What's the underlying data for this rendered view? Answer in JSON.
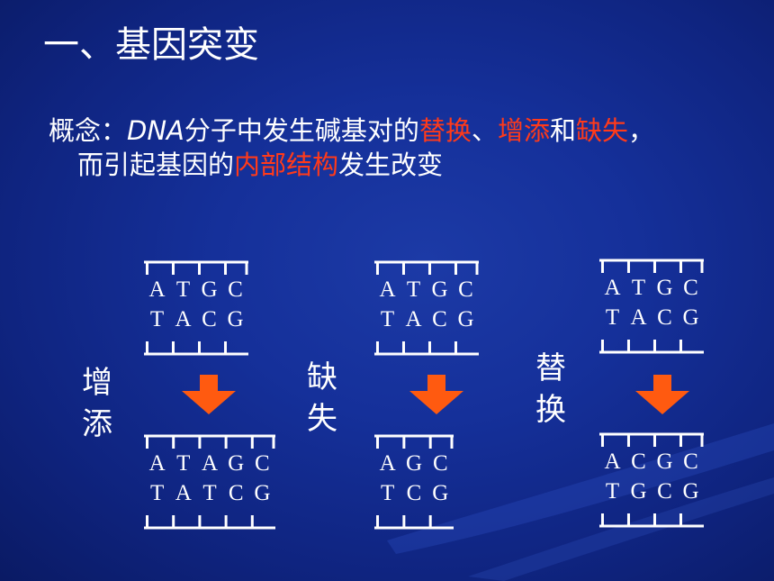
{
  "title": "一、基因突变",
  "concept": {
    "prefix": "概念：",
    "dna": "DNA",
    "text1": "分子中发生碱基对的",
    "replace": "替换",
    "sep1": "、",
    "add": "增添",
    "and": "和",
    "delete": "缺失",
    "comma": "，",
    "text2": "而引起基因的",
    "internal": "内部结构",
    "text3": "发生改变"
  },
  "colors": {
    "highlight": "#ff3a1a",
    "arrow": "#ff5a10",
    "text": "#ffffff"
  },
  "panels": [
    {
      "label": [
        "增",
        "添"
      ],
      "before": {
        "top": [
          "A",
          "T",
          "G",
          "C"
        ],
        "bottom": [
          "T",
          "A",
          "C",
          "G"
        ]
      },
      "after": {
        "top": [
          "A",
          "T",
          "A",
          "G",
          "C"
        ],
        "bottom": [
          "T",
          "A",
          "T",
          "C",
          "G"
        ]
      }
    },
    {
      "label": [
        "缺",
        "失"
      ],
      "before": {
        "top": [
          "A",
          "T",
          "G",
          "C"
        ],
        "bottom": [
          "T",
          "A",
          "C",
          "G"
        ]
      },
      "after": {
        "top": [
          "A",
          "G",
          "C"
        ],
        "bottom": [
          "T",
          "C",
          "G"
        ]
      }
    },
    {
      "label": [
        "替",
        "换"
      ],
      "before": {
        "top": [
          "A",
          "T",
          "G",
          "C"
        ],
        "bottom": [
          "T",
          "A",
          "C",
          "G"
        ]
      },
      "after": {
        "top": [
          "A",
          "C",
          "G",
          "C"
        ],
        "bottom": [
          "T",
          "G",
          "C",
          "G"
        ]
      }
    }
  ]
}
